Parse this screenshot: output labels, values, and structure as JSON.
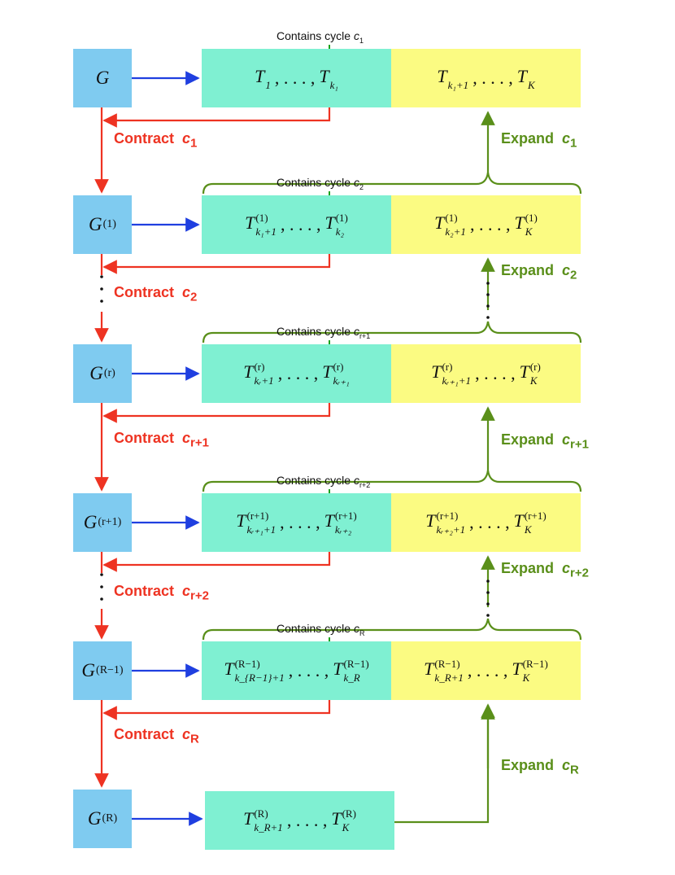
{
  "rows": [
    {
      "graph": "G",
      "sup": "",
      "contains_cycle": "c",
      "contains_sub": "1",
      "left_seq": {
        "first": "T",
        "first_sub": "1",
        "first_sup": "",
        "last": "T",
        "last_sub": "k₁",
        "last_sup": ""
      },
      "right_seq": {
        "first": "T",
        "first_sub": "k₁+1",
        "first_sup": "",
        "last": "T",
        "last_sub": "K",
        "last_sup": ""
      },
      "contract": {
        "label": "Contract",
        "cycle": "c",
        "cycle_sub": "1"
      },
      "expand": {
        "label": "Expand",
        "cycle": "c",
        "cycle_sub": "1"
      }
    },
    {
      "graph": "G",
      "sup": "(1)",
      "contains_cycle": "c",
      "contains_sub": "2",
      "left_seq": {
        "first": "T",
        "first_sub": "k₁+1",
        "first_sup": "(1)",
        "last": "T",
        "last_sub": "k₂",
        "last_sup": "(1)"
      },
      "right_seq": {
        "first": "T",
        "first_sub": "k₂+1",
        "first_sup": "(1)",
        "last": "T",
        "last_sub": "K",
        "last_sup": "(1)"
      },
      "contract": {
        "label": "Contract",
        "cycle": "c",
        "cycle_sub": "2"
      },
      "expand": {
        "label": "Expand",
        "cycle": "c",
        "cycle_sub": "2"
      }
    },
    {
      "graph": "G",
      "sup": "(r)",
      "contains_cycle": "c",
      "contains_sub": "r+1",
      "left_seq": {
        "first": "T",
        "first_sub": "kᵣ+1",
        "first_sup": "(r)",
        "last": "T",
        "last_sub": "kᵣ₊₁",
        "last_sup": "(r)"
      },
      "right_seq": {
        "first": "T",
        "first_sub": "kᵣ₊₁+1",
        "first_sup": "(r)",
        "last": "T",
        "last_sub": "K",
        "last_sup": "(r)"
      },
      "contract": {
        "label": "Contract",
        "cycle": "c",
        "cycle_sub": "r+1"
      },
      "expand": {
        "label": "Expand",
        "cycle": "c",
        "cycle_sub": "r+1"
      }
    },
    {
      "graph": "G",
      "sup": "(r+1)",
      "contains_cycle": "c",
      "contains_sub": "r+2",
      "left_seq": {
        "first": "T",
        "first_sub": "kᵣ₊₁+1",
        "first_sup": "(r+1)",
        "last": "T",
        "last_sub": "kᵣ₊₂",
        "last_sup": "(r+1)"
      },
      "right_seq": {
        "first": "T",
        "first_sub": "kᵣ₊₂+1",
        "first_sup": "(r+1)",
        "last": "T",
        "last_sub": "K",
        "last_sup": "(r+1)"
      },
      "contract": {
        "label": "Contract",
        "cycle": "c",
        "cycle_sub": "r+2"
      },
      "expand": {
        "label": "Expand",
        "cycle": "c",
        "cycle_sub": "r+2"
      }
    },
    {
      "graph": "G",
      "sup": "(R−1)",
      "contains_cycle": "c",
      "contains_sub": "R",
      "left_seq": {
        "first": "T",
        "first_sub": "k_{R−1}+1",
        "first_sup": "(R−1)",
        "last": "T",
        "last_sub": "k_R",
        "last_sup": "(R−1)"
      },
      "right_seq": {
        "first": "T",
        "first_sub": "k_R+1",
        "first_sup": "(R−1)",
        "last": "T",
        "last_sub": "K",
        "last_sup": "(R−1)"
      },
      "contract": {
        "label": "Contract",
        "cycle": "c",
        "cycle_sub": "R"
      },
      "expand": {
        "label": "Expand",
        "cycle": "c",
        "cycle_sub": "R"
      }
    },
    {
      "graph": "G",
      "sup": "(R)",
      "single_seq": {
        "first": "T",
        "first_sub": "k_R+1",
        "first_sup": "(R)",
        "last": "T",
        "last_sub": "K",
        "last_sup": "(R)"
      }
    }
  ],
  "contains_prefix": "Contains cycle",
  "dots": ", . . . ,",
  "colors": {
    "graph_box": "#7fcbf0",
    "cyan_box": "#7ff0d2",
    "yellow_box": "#fbfb82",
    "blue_arrow": "#1f3fe0",
    "red_arrow": "#ee3322",
    "green_arrow": "#5a8f1a",
    "small_green_arrow": "#1aa11a"
  }
}
